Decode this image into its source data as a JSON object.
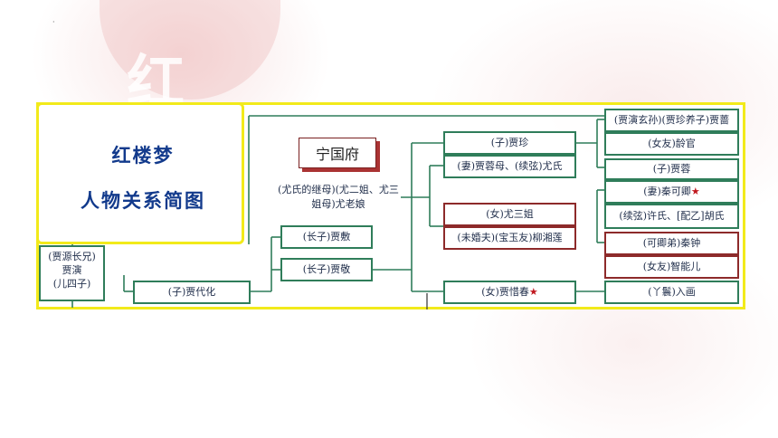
{
  "title": {
    "line1": "红楼梦",
    "line2": "人物关系简图"
  },
  "house": "宁国府",
  "nodes": {
    "root_line1": "(贾源长兄)",
    "root_line2": "贾演",
    "root_line3": "(儿四子)",
    "daihua": "(子)贾代化",
    "jingfu": "(长子)贾敷",
    "jingjing": "(长子)贾敬",
    "youlaoniang": "(尤氏的继母)(尤二姐、尤三姐母)尤老娘",
    "jiazhen": "(子)贾珍",
    "youshi": "(妻)贾蓉母、(续弦)尤氏",
    "yousanjie": "(女)尤三姐",
    "liuxianglian": "(未婚夫)(宝玉友)柳湘莲",
    "xichun": "(女)贾惜春",
    "jiaqiang": "(贾演玄孙)(贾珍养子)贾蔷",
    "lingguan": "(女友)龄官",
    "jiarong": "(子)贾蓉",
    "qinkeqing": "(妻)秦可卿",
    "xushi": "(续弦)许氏、[配乙]胡氏",
    "qinzhong": "(可卿弟)秦钟",
    "zhinenger": "(女友)智能儿",
    "ruhua": "(丫鬟)入画"
  },
  "star_symbol": "★",
  "colors": {
    "frame": "#f2ea1a",
    "green": "#2f7d5a",
    "red": "#8d2a2a",
    "title": "#123a8c",
    "star": "#c0161d"
  },
  "background_glyph": "红"
}
